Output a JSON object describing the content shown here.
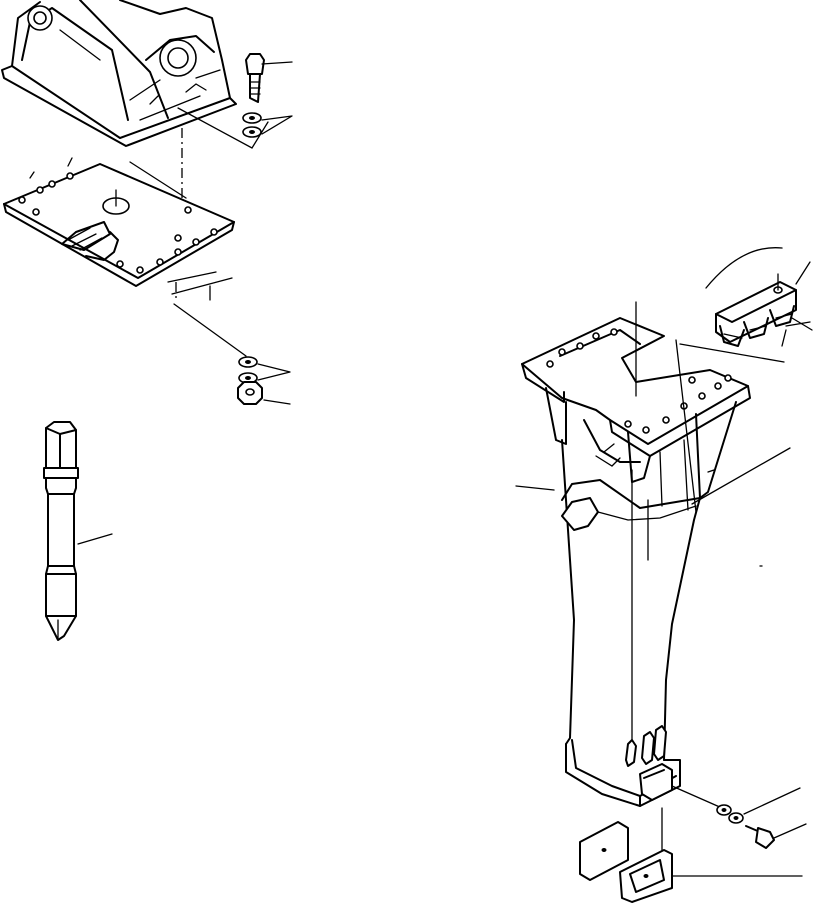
{
  "diagram": {
    "kind": "exploded-parts-drawing",
    "labels": [],
    "parts": [
      "mounting-bracket",
      "mounting-bolt",
      "washer-pair",
      "adapter-plate",
      "plate-bushing",
      "lower-washer-pair",
      "hex-nut",
      "chisel-tool",
      "breaker-housing",
      "hose-bracket-block",
      "bottom-wear-plate",
      "bottom-bolt",
      "bottom-washers",
      "side-cover-plate",
      "small-pad-plate"
    ],
    "colors": {
      "line": "#000000",
      "background": "#ffffff"
    }
  }
}
